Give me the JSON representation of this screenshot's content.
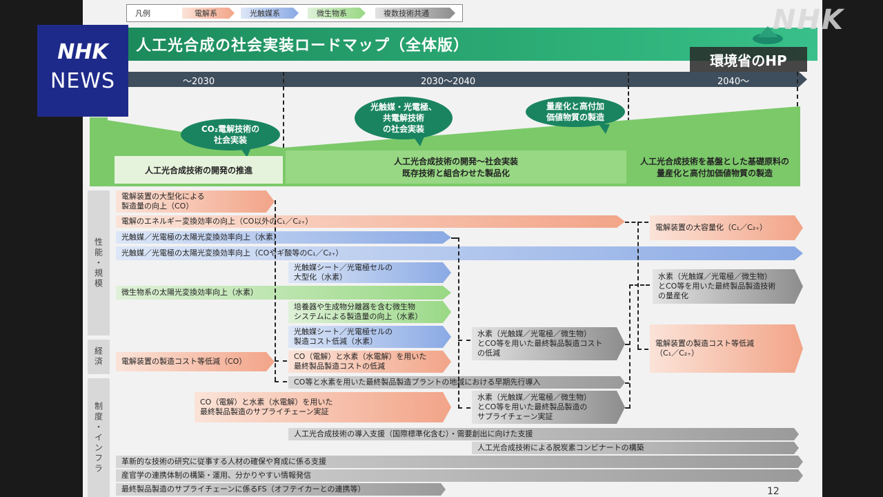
{
  "legend": {
    "title": "凡例",
    "items": [
      {
        "label": "電解系",
        "color": "#f2a488"
      },
      {
        "label": "光触媒系",
        "color": "#8aa9e4"
      },
      {
        "label": "微生物系",
        "color": "#98d884"
      },
      {
        "label": "複数技術共通",
        "color": "#8d8d8d"
      }
    ]
  },
  "title": "人工光合成の社会実装ロードマップ（全体版）",
  "source": "環境省のHP",
  "broadcaster": {
    "logo_top": "NHK",
    "logo_bottom": "NEWS",
    "watermark": "NHK"
  },
  "timeline": [
    "～2030",
    "2030～2040",
    "2040～"
  ],
  "bubbles": [
    "CO₂電解技術の\n社会実装",
    "光触媒・光電極、\n共電解技術\nの社会実装",
    "量産化と高付加\n価値物質の製造"
  ],
  "periods": [
    "人工光合成技術の開発の推進",
    "人工光合成技術の開発～社会実装\n既存技術と組合わせた製品化",
    "人工光合成技術を基盤とした基礎原料の\n量産化と高付加価値物質の製造"
  ],
  "side_tabs": [
    "性能・規模",
    "経済",
    "制度・インフラ"
  ],
  "bars": [
    "電解装置の大型化による\n製造量の向上（CO）",
    "電解のエネルギー変換効率の向上（CO以外のC₁／C₂₊）",
    "電解装置の大容量化（C₁／C₂₊）",
    "光触媒／光電極の太陽光変換効率向上（水素）",
    "光触媒／光電極の太陽光変換効率向上（COやギ酸等のC₁／C₂₊）",
    "光触媒シート／光電極セルの\n大型化（水素）",
    "水素（光触媒／光電極／微生物）\nとCO等を用いた最終製品製造技術\nの量産化",
    "微生物系の太陽光変換効率向上（水素）",
    "培養器や生成物分離器を含む微生物\nシステムによる製造量の向上（水素）",
    "光触媒シート／光電極セルの\n製造コスト低減（水素）",
    "水素（光触媒／光電極／微生物）\nとCO等を用いた最終製品製造コスト\nの低減",
    "電解装置の製造コスト等低減\n（C₁／C₂₊）",
    "電解装置の製造コスト等低減（CO）",
    "CO（電解）と水素（水電解）を用いた\n最終製品製造コストの低減",
    "CO等と水素を用いた最終製品製造プラントの地域における早期先行導入",
    "CO（電解）と水素（水電解）を用いた\n最終製品製造のサプライチェーン実証",
    "水素（光触媒／光電極／微生物）\nとCO等を用いた最終製品製造の\nサプライチェーン実証",
    "人工光合成技術の導入支援（国際標準化含む）・需要創出に向けた支援",
    "人工光合成技術による脱炭素コンビナートの構築",
    "革新的な技術の研究に従事する人材の確保や育成に係る支援",
    "産官学の連携体制の構築・運用、分かりやすい情報発信",
    "最終製品製造のサプライチェーンに係るFS（オフテイカーとの連携等）"
  ],
  "page_number": "12"
}
